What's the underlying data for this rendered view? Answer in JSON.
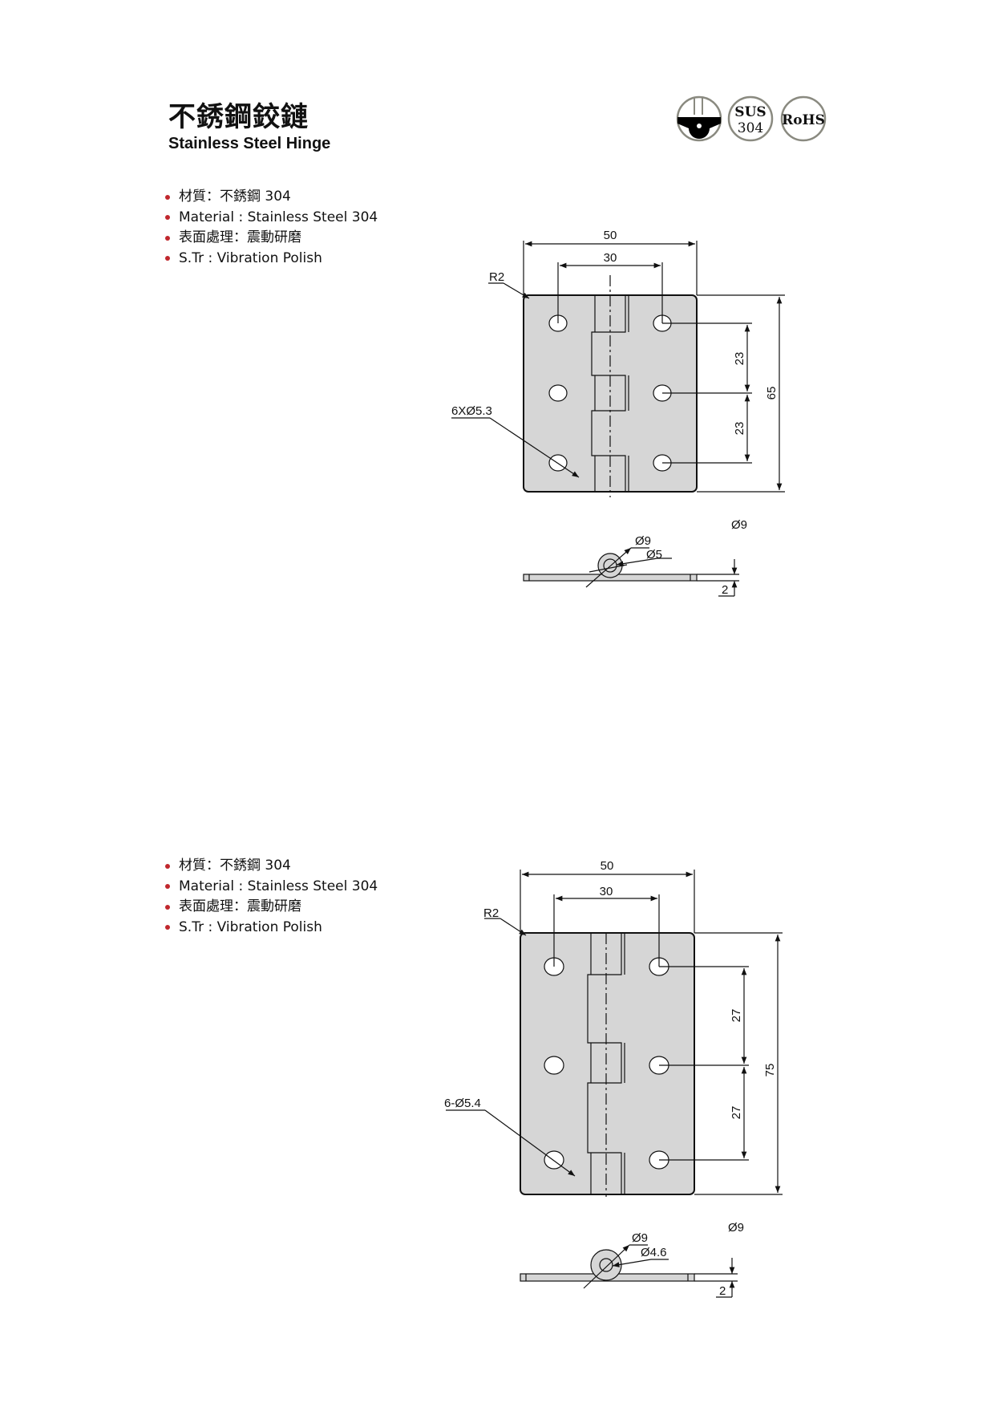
{
  "header": {
    "title_zh": "不銹鋼鉸鏈",
    "title_en": "Stainless Steel Hinge"
  },
  "badges": [
    {
      "name": "weld-symbol"
    },
    {
      "line1": "SUS",
      "line2": "304"
    },
    {
      "label": "RoHS"
    }
  ],
  "specs": [
    "材質：不銹鋼 304",
    "Material : Stainless Steel 304",
    "表面處理：震動研磨",
    "S.Tr : Vibration Polish"
  ],
  "drawing1": {
    "width": "50",
    "hole_spacing_x": "30",
    "radius": "R2",
    "holes": "6XØ5.3",
    "pitch1": "23",
    "pitch2": "23",
    "height": "65",
    "knuckle_dia": "Ø9",
    "knuckle_outer": "Ø9",
    "pin_dia": "Ø5",
    "thickness": "2"
  },
  "drawing2": {
    "width": "50",
    "hole_spacing_x": "30",
    "radius": "R2",
    "holes": "6-Ø5.4",
    "pitch1": "27",
    "pitch2": "27",
    "height": "75",
    "knuckle_dia": "Ø9",
    "knuckle_outer": "Ø9",
    "pin_dia": "Ø4.6",
    "thickness": "2"
  },
  "colors": {
    "bullet": "#c0272d",
    "plate": "#d6d6d6",
    "badge_ring": "#8a8a80"
  }
}
